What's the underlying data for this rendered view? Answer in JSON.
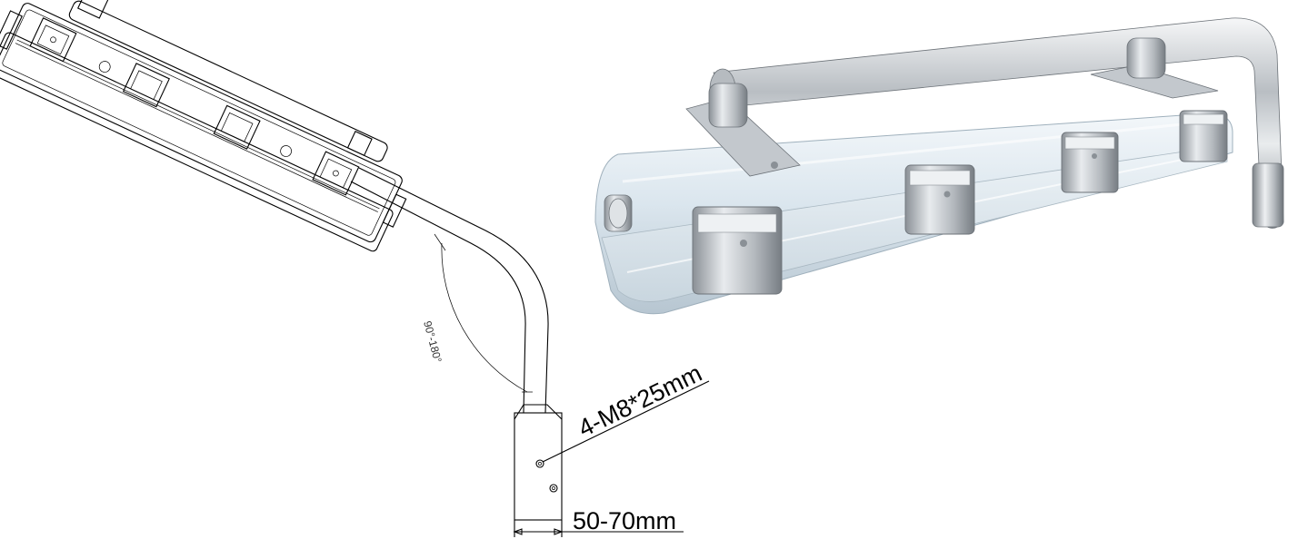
{
  "drawing": {
    "angle_label": "90°-180°",
    "bolt_label": "4-M8*25mm",
    "pole_diameter_label": "50-70mm"
  },
  "colors": {
    "line": "#000000",
    "background": "#ffffff",
    "metal": "#c9ced3",
    "housing": "#e4eef4"
  }
}
